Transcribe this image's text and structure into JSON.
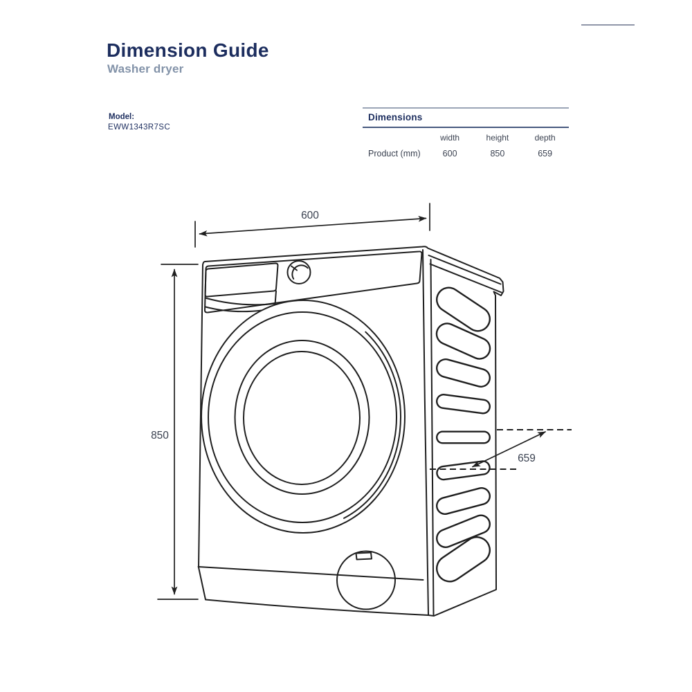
{
  "page": {
    "title": "Dimension Guide",
    "subtitle": "Washer dryer",
    "model_label": "Model:",
    "model_value": "EWW1343R7SC"
  },
  "table": {
    "title": "Dimensions",
    "columns": [
      "width",
      "height",
      "depth"
    ],
    "rows": [
      {
        "label": "Product (mm)",
        "width": "600",
        "height": "850",
        "depth": "659"
      }
    ]
  },
  "diagram": {
    "width_mm": "600",
    "height_mm": "850",
    "depth_mm": "659"
  },
  "colors": {
    "navy": "#1c2d5e",
    "subtitle_gray": "#8292a8",
    "rule_light": "#9aa4b6",
    "rule_dark": "#46587e",
    "text_dark": "#3a4150",
    "line_black": "#1f1f1f"
  }
}
